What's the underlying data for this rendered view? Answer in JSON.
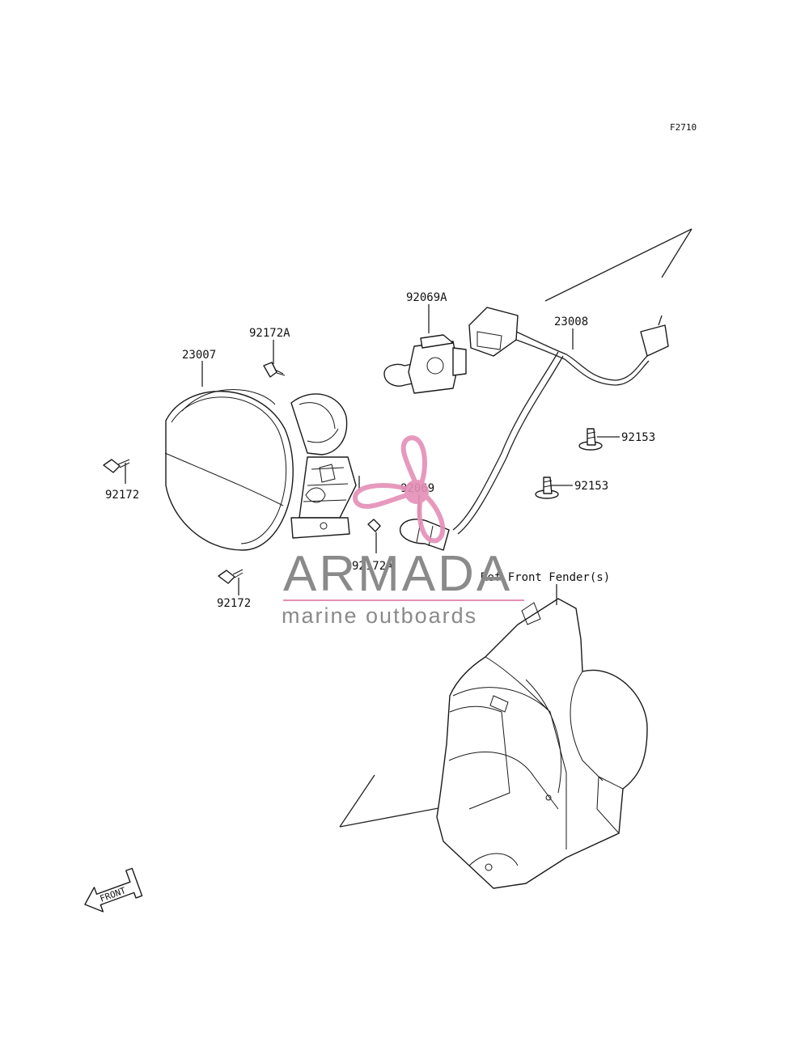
{
  "diagram_code": "F2710",
  "labels": {
    "p92069A": "92069A",
    "p23008": "23008",
    "p92172A_top": "92172A",
    "p23007": "23007",
    "p92153_a": "92153",
    "p92153_b": "92153",
    "p92172_left": "92172",
    "p92069": "92069",
    "p92172A_bottom": "92172A",
    "p92172_bottom": "92172",
    "ref_fender": "Ref.Front Fender(s)",
    "front_arrow": "FRONT"
  },
  "watermark": {
    "brand": "ARMADA",
    "tagline": "marine outboards",
    "text_color": "#8a8a8a",
    "accent_color": "#e58fb6"
  }
}
